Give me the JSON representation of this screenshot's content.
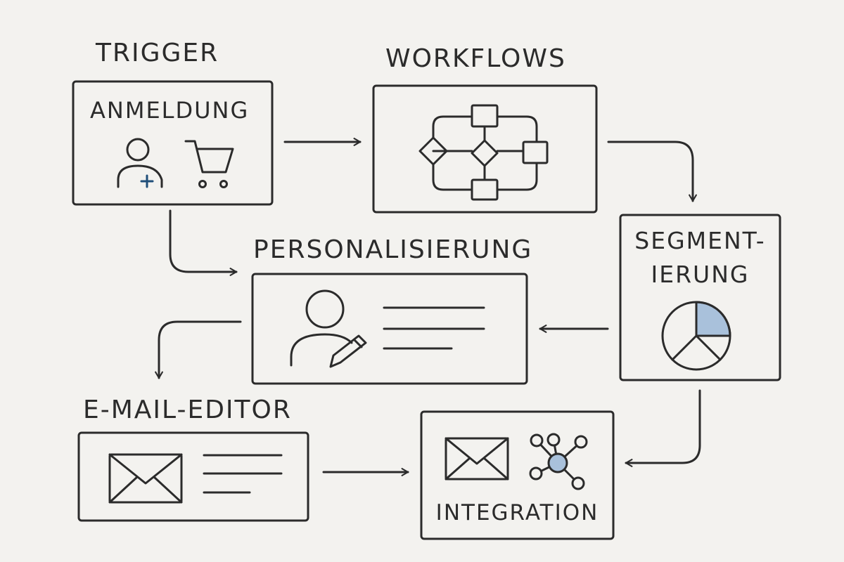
{
  "colors": {
    "background": "#f3f2ef",
    "ink": "#2b2b2b",
    "accent": "#1f4e79",
    "accent_fill": "#a9c1db"
  },
  "headings": {
    "trigger": "TRIGGER",
    "workflows": "WORKFLOWS",
    "personalisierung": "PERSONALISIERUNG",
    "email_editor": "E-MAIL-EDITOR"
  },
  "boxes": {
    "trigger": {
      "label": "ANMELDUNG",
      "icons": [
        "add-user-icon",
        "shopping-cart-icon"
      ]
    },
    "workflows": {
      "icons": [
        "flowchart-icon"
      ]
    },
    "segmentierung": {
      "label_line1": "SEGMENT-",
      "label_line2": "IERUNG",
      "icons": [
        "pie-chart-icon"
      ]
    },
    "personalisierung": {
      "icons": [
        "user-edit-icon",
        "text-lines-icon"
      ]
    },
    "email_editor": {
      "icons": [
        "envelope-icon",
        "text-lines-icon"
      ]
    },
    "integration": {
      "label": "INTEGRATION",
      "icons": [
        "envelope-icon",
        "network-hub-icon"
      ]
    }
  }
}
